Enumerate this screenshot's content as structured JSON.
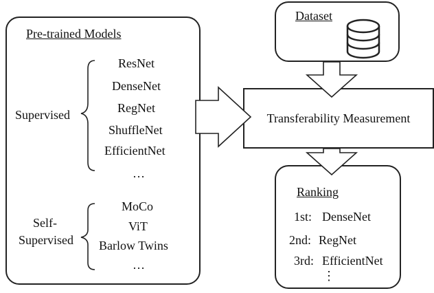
{
  "pretrained": {
    "title": "Pre-trained Models",
    "supervised": {
      "label": "Supervised",
      "models": [
        "ResNet",
        "DenseNet",
        "RegNet",
        "ShuffleNet",
        "EfficientNet"
      ],
      "more": "…"
    },
    "self_supervised": {
      "label_line1": "Self-",
      "label_line2": "Supervised",
      "models": [
        "MoCo",
        "ViT",
        "Barlow Twins"
      ],
      "more": "…"
    }
  },
  "dataset": {
    "title": "Dataset",
    "icon": "database-icon"
  },
  "measurement": {
    "label": "Transferability Measurement"
  },
  "ranking": {
    "title": "Ranking",
    "items": [
      {
        "rank": "1st:",
        "model": "DenseNet"
      },
      {
        "rank": "2nd:",
        "model": "RegNet"
      },
      {
        "rank": "3rd:",
        "model": "EfficientNet"
      }
    ],
    "more": "⋮"
  }
}
